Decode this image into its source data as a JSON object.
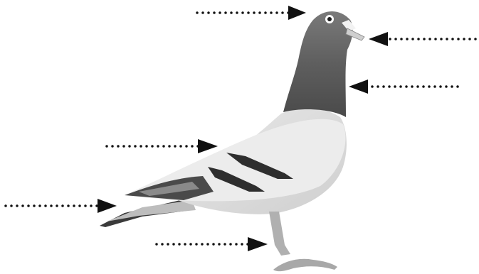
{
  "diagram": {
    "subject": "pigeon-icon",
    "style": "grayscale",
    "pointer_count": 6,
    "colors": {
      "background": "#ffffff",
      "arrow": "#111111",
      "body_light": "#e2e2e2",
      "wing_light": "#ececec",
      "head_dark": "#6a6a6a",
      "wing_bar": "#2e2e2e",
      "tail_dark": "#3a3a3a",
      "beak_cere": "#f2f2f2",
      "leg": "#b0b0b0"
    },
    "pointers": [
      {
        "id": "head",
        "direction": "right"
      },
      {
        "id": "beak",
        "direction": "left"
      },
      {
        "id": "neck",
        "direction": "left"
      },
      {
        "id": "wing",
        "direction": "right"
      },
      {
        "id": "tail",
        "direction": "right"
      },
      {
        "id": "leg",
        "direction": "right"
      }
    ]
  }
}
